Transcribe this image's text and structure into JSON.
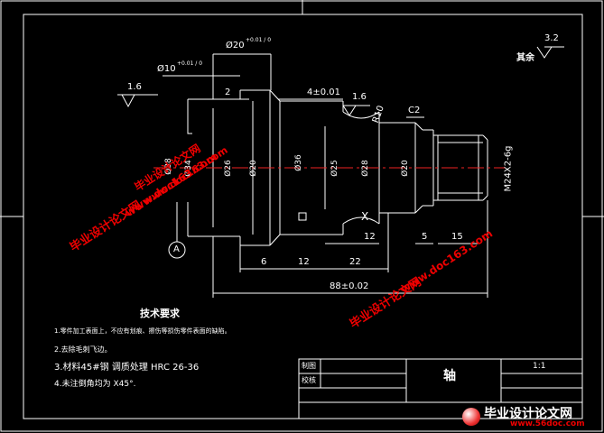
{
  "drawing": {
    "part_name": "轴",
    "scale": "1:1",
    "title_block": {
      "row1_label": "制图",
      "row2_label": "校核"
    },
    "surface_finish_note": {
      "value": "3.2",
      "label": "其余"
    },
    "tech_requirements": {
      "title": "技术要求",
      "items": [
        "1.零件加工表面上，不应有划痕、擦伤等损伤零件表面的缺陷。",
        "2.去除毛刺飞边。",
        "3.材料45#钢  调质处理 HRC 26-36",
        "4.未注倒角均为 X45°."
      ]
    },
    "dimensions": {
      "d20": "Ø20",
      "d20_tol": "+0.01 / 0",
      "d10": "Ø10",
      "d10_tol": "+0.01 / 0",
      "roughness_left": "1.6",
      "roughness_mid": "1.6",
      "len_2": "2",
      "len_4": "4±0.01",
      "radius": "R10",
      "chamfer": "C2",
      "d38": "Ø38",
      "d34": "Ø34",
      "d26": "Ø26",
      "d20b": "Ø20",
      "d36": "Ø36",
      "d25": "Ø25",
      "d28": "Ø28",
      "d20c": "Ø20",
      "thread": "M24X2-6g",
      "len_12a": "12",
      "len_5": "5",
      "len_15": "15",
      "len_6": "6",
      "len_12b": "12",
      "len_22": "22",
      "len_total": "88±0.02",
      "datum": "A",
      "center_mark": "X"
    },
    "watermarks": [
      "毕业设计论文网",
      "www.doc163.com",
      "毕业设计论文网",
      "www.doc163.com",
      "毕业设计论文网",
      "www.doc163.com",
      "毕业设计论文网",
      "www.56doc.com"
    ]
  }
}
